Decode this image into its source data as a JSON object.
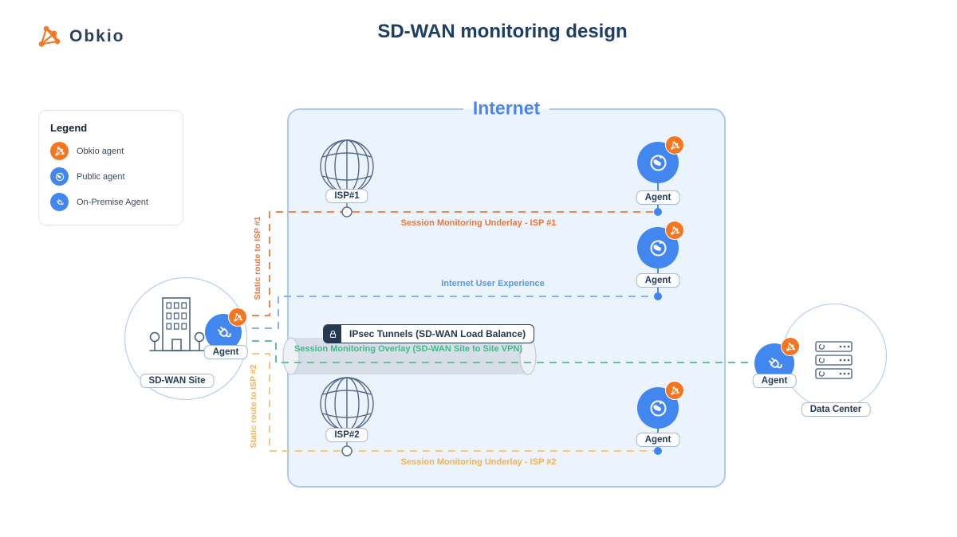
{
  "header": {
    "brand": "Obkio",
    "title": "SD-WAN monitoring design"
  },
  "legend": {
    "title": "Legend",
    "items": [
      {
        "icon": "obkio-agent-icon",
        "label": "Obkio agent",
        "color": "#f47621"
      },
      {
        "icon": "public-agent-icon",
        "label": "Public agent",
        "color": "#4187ef"
      },
      {
        "icon": "on-premise-agent-icon",
        "label": "On-Premise Agent",
        "color": "#4187ef"
      }
    ]
  },
  "internet": {
    "title": "Internet"
  },
  "labels": {
    "agent": "Agent",
    "isp1": "ISP#1",
    "isp2": "ISP#2",
    "sdwan_site": "SD-WAN Site",
    "data_center": "Data Center"
  },
  "links": {
    "underlay1": {
      "label": "Session Monitoring Underlay - ISP #1",
      "color": "#f0854f"
    },
    "internet_ux": {
      "label": "Internet User Experience",
      "color": "#88b2ec"
    },
    "ipsec": {
      "label": "IPsec Tunnels (SD-WAN Load Balance)"
    },
    "overlay": {
      "label": "Session Monitoring Overlay (SD-WAN Site to Site VPN)",
      "color": "#62c49a"
    },
    "underlay2": {
      "label": "Session Monitoring Underlay - ISP #2",
      "color": "#f6c887"
    },
    "static_route1": {
      "label": "Static route to ISP #1",
      "color": "#f07438"
    },
    "static_route2": {
      "label": "Static route to ISP #2",
      "color": "#f0b35a"
    }
  },
  "colors": {
    "agent_blue": "#4187ef",
    "obkio_orange": "#f47621",
    "navy_text": "#1d3f66",
    "internet_box_fill": "#ebf3fd",
    "internet_box_border": "#abc9f2"
  }
}
